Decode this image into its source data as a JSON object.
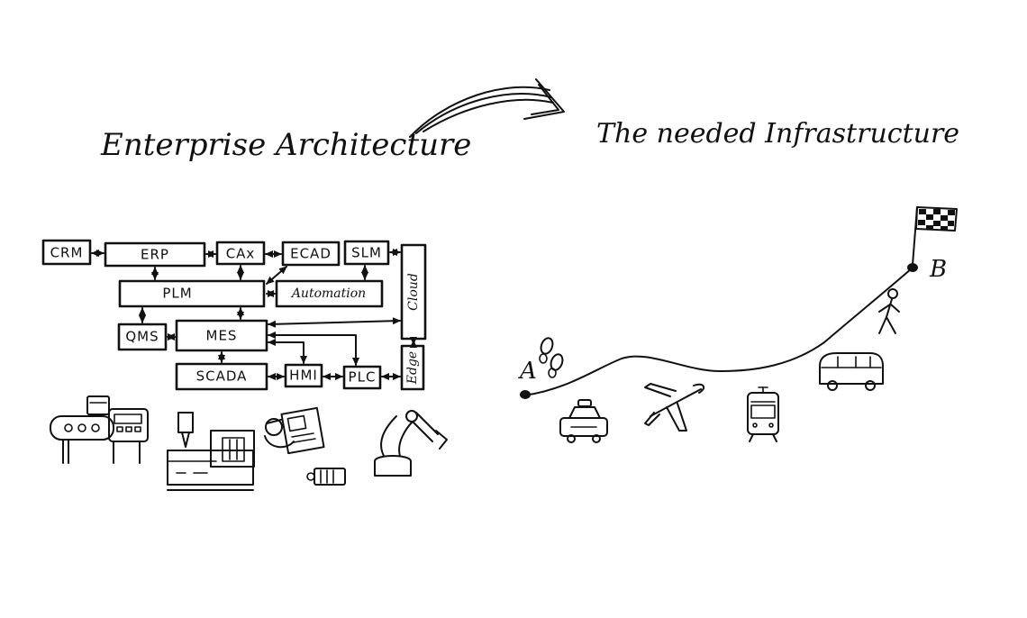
{
  "titles": {
    "left": "Enterprise Architecture",
    "right": "The needed Infrastructure"
  },
  "architecture": {
    "boxes": {
      "crm": "CRM",
      "erp": "ERP",
      "cax": "CAx",
      "ecad": "ECAD",
      "slm": "SLM",
      "cloud": "Cloud",
      "plm": "PLM",
      "automation": "Automation",
      "qms": "QMS",
      "mes": "MES",
      "scada": "SCADA",
      "hmi": "HMI",
      "plc": "PLC",
      "edge": "Edge"
    }
  },
  "journey": {
    "start": "A",
    "end": "B"
  }
}
